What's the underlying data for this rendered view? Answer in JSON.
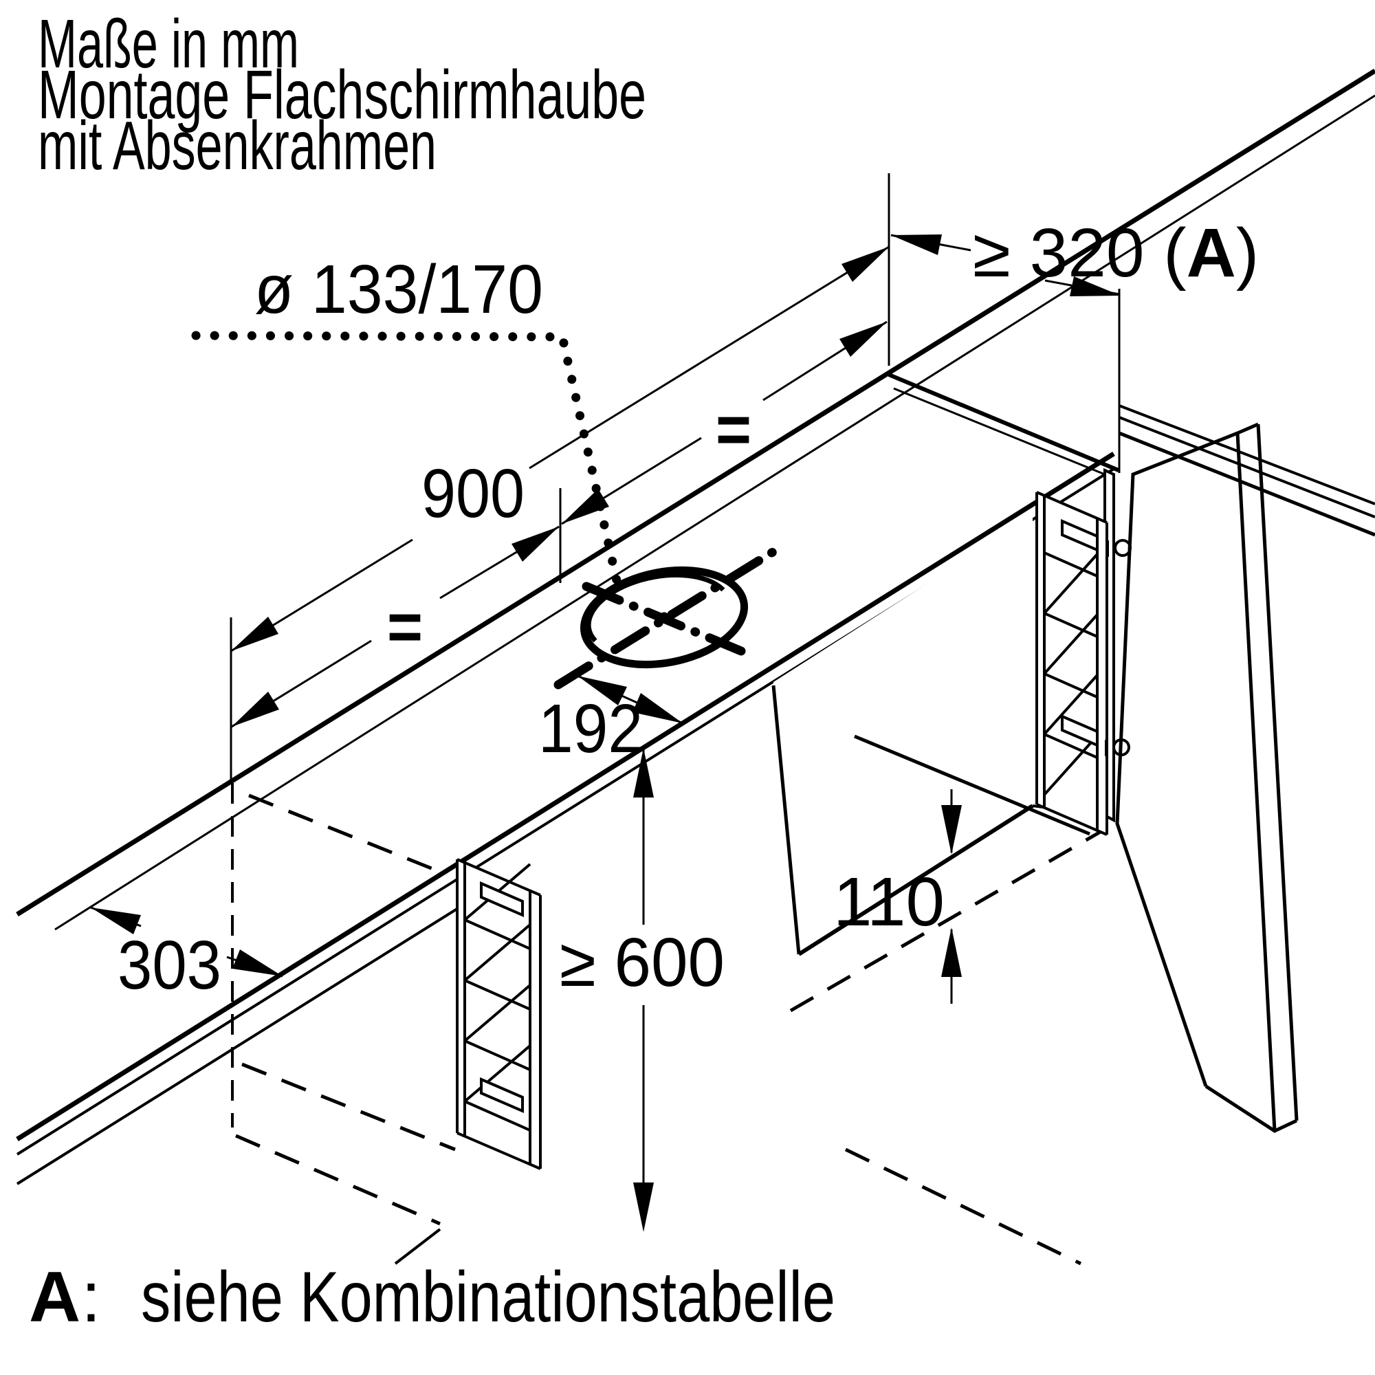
{
  "title": {
    "line1": "Maße in mm",
    "line2": "Montage Flachschirmhaube",
    "line3": "mit Absenkrahmen"
  },
  "dimensions": {
    "duct_diameter": "ø 133/170",
    "cabinet_width": "900",
    "equal_left": "=",
    "equal_right": "=",
    "hole_center_to_front": "192",
    "niche_depth": "303",
    "min_distance_hob": "≥ 600",
    "frame_height": "110",
    "side_clearance_prefix": "≥ 320 (",
    "side_clearance_ref": "A",
    "side_clearance_suffix": ")"
  },
  "note": {
    "label": "A",
    "colon": ":",
    "text": "siehe Kombinationstabelle"
  },
  "colors": {
    "line": "#000000",
    "background": "#ffffff"
  }
}
